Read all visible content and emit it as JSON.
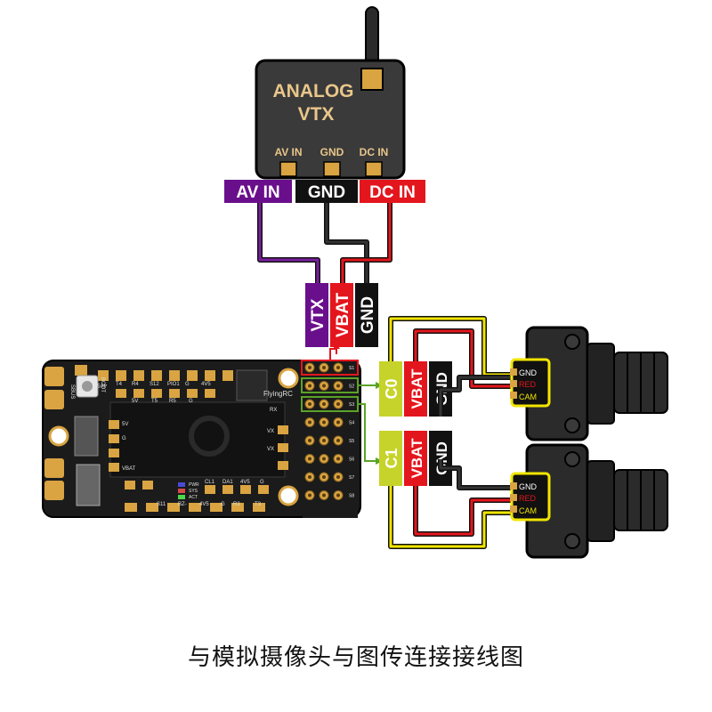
{
  "vtx": {
    "title_line1": "ANALOG",
    "title_line2": "VTX",
    "pin_av": "AV IN",
    "pin_gnd": "GND",
    "pin_dc": "DC IN",
    "tag_av": "AV IN",
    "tag_gnd": "GND",
    "tag_dc": "DC IN"
  },
  "fc_vtx_tags": {
    "vtx": "VTX",
    "vbat": "VBAT",
    "gnd": "GND"
  },
  "cam0_tags": {
    "channel": "C0",
    "vbat": "VBAT",
    "gnd": "GND"
  },
  "cam1_tags": {
    "channel": "C1",
    "vbat": "VBAT",
    "gnd": "GND"
  },
  "camera": {
    "gnd": "GND",
    "red": "RED",
    "cam": "CAM"
  },
  "board": {
    "brand": "FlyingRC",
    "left_labels": [
      "SBUS",
      "BOOT"
    ],
    "top_labels": [
      "4V5",
      "T4",
      "R4",
      "S12",
      "PIO1",
      "G",
      "4V5",
      "T5",
      "R5",
      "G",
      "5V",
      "RX"
    ],
    "inner_labels": [
      "5V",
      "G",
      "VBAT",
      "VX",
      "VX"
    ],
    "bottom_labels": [
      "S11",
      "BZ-",
      "4V5",
      "G",
      "R3",
      "T3"
    ],
    "bottom_labels_2": [
      "PWR",
      "SYS",
      "ACT",
      "CL1",
      "DA1",
      "4V5",
      "G"
    ],
    "right_labels": [
      "S1",
      "S2",
      "S3",
      "S4",
      "S5",
      "S6",
      "S7",
      "S8"
    ]
  },
  "caption": "与模拟摄像头与图传连接接线图",
  "colors": {
    "purple": "#6a0f8c",
    "black": "#111111",
    "red": "#e4161d",
    "yellow": "#f1e500",
    "green": "#5aa329",
    "lime": "#c6d32a",
    "board": "#1b1b1b",
    "gold": "#d9a441"
  }
}
